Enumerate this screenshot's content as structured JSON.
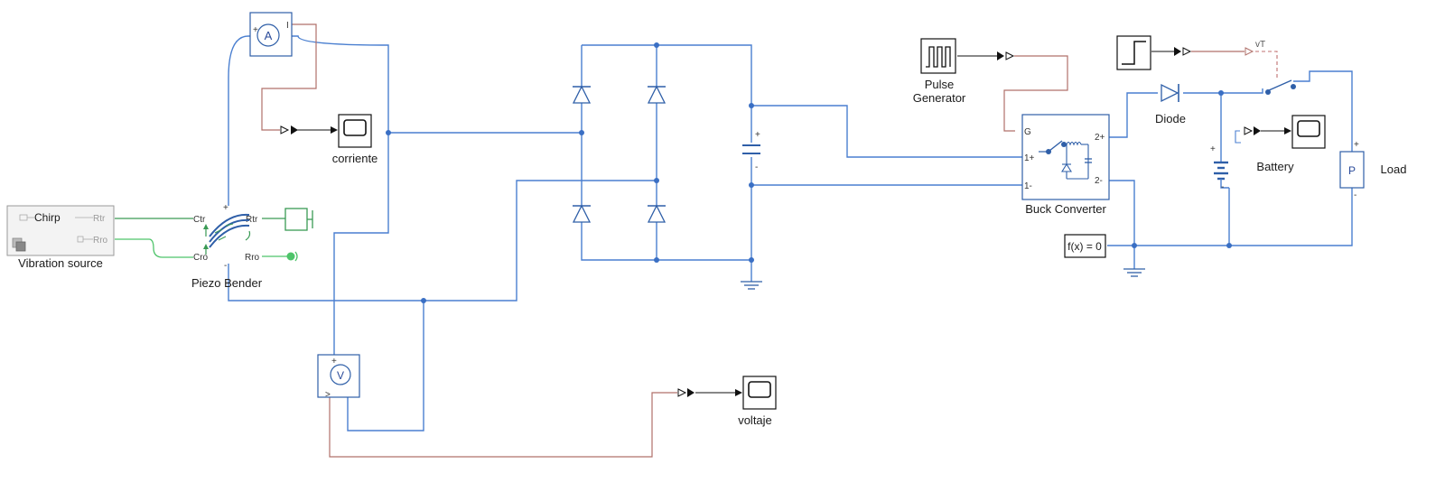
{
  "labels": {
    "ammeter_symbol": "A",
    "ammeter_port_plus": "+",
    "ammeter_port_out": "I",
    "voltmeter_symbol": "V",
    "voltmeter_port_plus": "+",
    "voltmeter_port_minus": ">",
    "scope_current": "corriente",
    "scope_voltage": "voltaje",
    "chirp_name": "Chirp",
    "chirp_port_rtr": "Rtr",
    "chirp_port_rro": "Rro",
    "vibration_source": "Vibration source",
    "piezo_port_ctr": "Ctr",
    "piezo_port_cro": "Cro",
    "piezo_port_rtr": "Rtr",
    "piezo_port_rro": "Rro",
    "piezo_plus": "+",
    "piezo_minus": "-",
    "piezo_bender": "Piezo Bender",
    "cap_plus": "+",
    "cap_minus": "-",
    "pulse_generator_line1": "Pulse",
    "pulse_generator_line2": "Generator",
    "buck_port_g": "G",
    "buck_port_1p": "1+",
    "buck_port_1m": "1-",
    "buck_port_2p": "2+",
    "buck_port_2m": "2-",
    "buck_converter": "Buck Converter",
    "solver": "f(x) = 0",
    "diode": "Diode",
    "vt_tag": "vT",
    "battery": "Battery",
    "battery_plus": "+",
    "battery_minus": "-",
    "load_symbol": "P",
    "load_plus": "+",
    "load_minus": "-",
    "load": "Load"
  },
  "colors": {
    "electrical_wire": "#4a7fd0",
    "signal_wire": "#b0706a",
    "mechanical_wire": "#3a9a55",
    "block_border": "#2f5fa8"
  }
}
